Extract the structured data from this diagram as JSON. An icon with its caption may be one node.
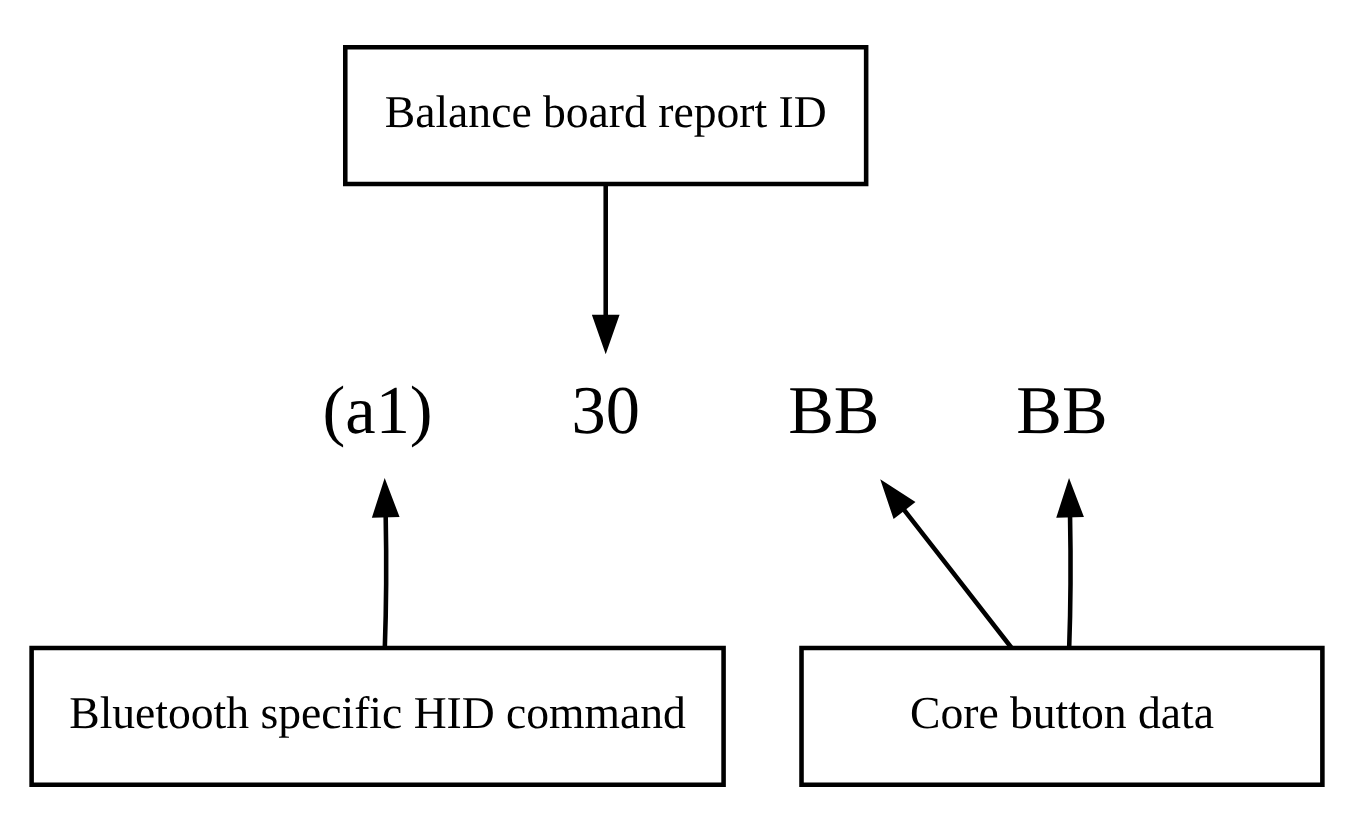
{
  "diagram": {
    "nodes": [
      {
        "text": [
          "Balance board report ID"
        ]
      },
      {
        "text": [
          "(a1)"
        ]
      },
      {
        "text": [
          "30"
        ]
      },
      {
        "text": [
          "BB"
        ]
      },
      {
        "text": [
          "BB"
        ]
      },
      {
        "text": [
          "Bluetooth specific HID command"
        ]
      },
      {
        "text": [
          "Core button data"
        ]
      }
    ],
    "edges": [
      {
        "from": 0,
        "to": 2,
        "arrow": "to"
      },
      {
        "from": 5,
        "to": 1,
        "arrow": "to"
      },
      {
        "from": 6,
        "to": 3,
        "arrow": "to"
      },
      {
        "from": 6,
        "to": 4,
        "arrow": "to"
      }
    ]
  }
}
